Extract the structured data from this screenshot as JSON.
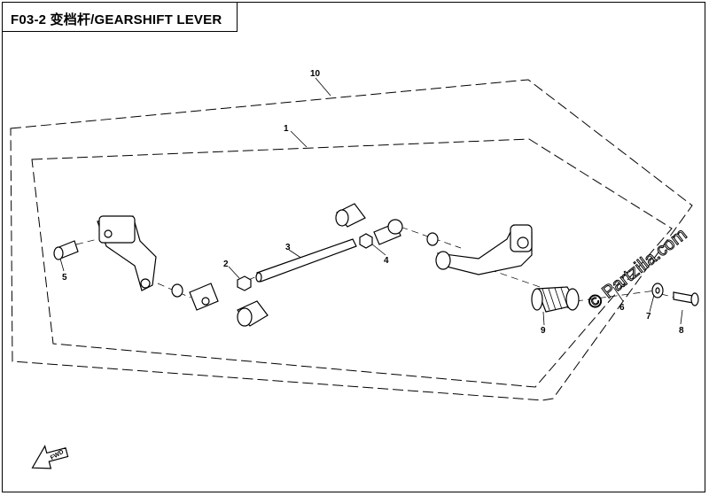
{
  "title": "F03-2  变档杆/GEARSHIFT LEVER",
  "callouts": {
    "c1": "1",
    "c2": "2",
    "c3": "3",
    "c4": "4",
    "c5": "5",
    "c6": "6",
    "c7": "7",
    "c8": "8",
    "c9": "9",
    "c10": "10"
  },
  "watermark": "© Partzilla.com",
  "fwd_label": "FWD"
}
